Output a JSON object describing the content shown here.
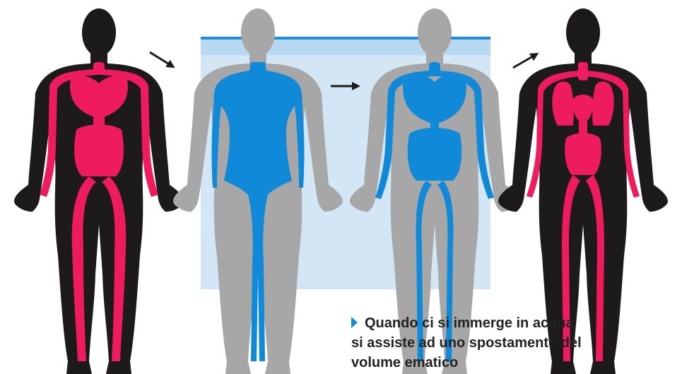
{
  "caption": {
    "lines": [
      "Quando ci si immerge in acqua",
      "si assiste ad uno spostamento del",
      "volume ematico"
    ]
  },
  "figures": [
    {
      "id": "body-1",
      "body_color": "#1c1a1b",
      "blood_color": "#ee1b5e",
      "state": "before-immersion"
    },
    {
      "id": "body-2",
      "body_color": "#a7a7a7",
      "blood_color": "#1089d8",
      "state": "immersed"
    },
    {
      "id": "body-3",
      "body_color": "#a7a7a7",
      "blood_color": "#1089d8",
      "state": "immersed"
    },
    {
      "id": "body-4",
      "body_color": "#1c1a1b",
      "blood_color": "#ee1b5e",
      "state": "after-immersion"
    }
  ],
  "water": {
    "color": "#d3e6f6",
    "surface_band": "#b7d8f0",
    "surface_line": "#1b8ed6"
  },
  "arrows": [
    "arrow-1-to-2",
    "arrow-2-to-3",
    "arrow-3-to-4"
  ],
  "icons": {
    "caption_marker": "triangle-right-icon"
  },
  "colors": {
    "accent": "#0c8fd6",
    "text": "#222222"
  }
}
